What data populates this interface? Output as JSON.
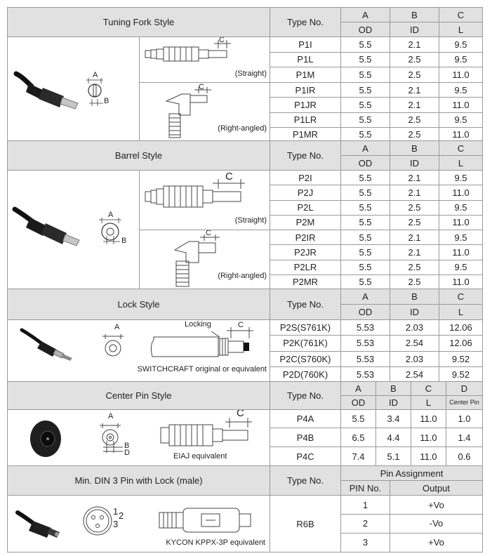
{
  "sections": [
    {
      "title": "Tuning Fork Style",
      "type_header": "Type No.",
      "col_letters": [
        "A",
        "B",
        "C"
      ],
      "col_names": [
        "OD",
        "ID",
        "L"
      ],
      "views": [
        "(Straight)",
        "(Right-angled)"
      ],
      "dim_labels": [
        "A",
        "B",
        "C"
      ],
      "rows": [
        [
          "P1I",
          "5.5",
          "2.1",
          "9.5"
        ],
        [
          "P1L",
          "5.5",
          "2.5",
          "9.5"
        ],
        [
          "P1M",
          "5.5",
          "2.5",
          "11.0"
        ],
        [
          "P1IR",
          "5.5",
          "2.1",
          "9.5"
        ],
        [
          "P1JR",
          "5.5",
          "2.1",
          "11.0"
        ],
        [
          "P1LR",
          "5.5",
          "2.5",
          "9.5"
        ],
        [
          "P1MR",
          "5.5",
          "2.5",
          "11.0"
        ]
      ]
    },
    {
      "title": "Barrel Style",
      "type_header": "Type No.",
      "col_letters": [
        "A",
        "B",
        "C"
      ],
      "col_names": [
        "OD",
        "ID",
        "L"
      ],
      "views": [
        "(Straight)",
        "(Right-angled)"
      ],
      "dim_labels": [
        "A",
        "B",
        "C"
      ],
      "rows": [
        [
          "P2I",
          "5.5",
          "2.1",
          "9.5"
        ],
        [
          "P2J",
          "5.5",
          "2.1",
          "11.0"
        ],
        [
          "P2L",
          "5.5",
          "2.5",
          "9.5"
        ],
        [
          "P2M",
          "5.5",
          "2.5",
          "11.0"
        ],
        [
          "P2IR",
          "5.5",
          "2.1",
          "9.5"
        ],
        [
          "P2JR",
          "5.5",
          "2.1",
          "11.0"
        ],
        [
          "P2LR",
          "5.5",
          "2.5",
          "9.5"
        ],
        [
          "P2MR",
          "5.5",
          "2.5",
          "11.0"
        ]
      ]
    },
    {
      "title": "Lock Style",
      "type_header": "Type No.",
      "col_letters": [
        "A",
        "B",
        "C"
      ],
      "col_names": [
        "OD",
        "ID",
        "L"
      ],
      "locking_label": "Locking",
      "note": "SWITCHCRAFT original or equivalent",
      "dim_labels": [
        "A",
        "C"
      ],
      "rows": [
        [
          "P2S(S761K)",
          "5.53",
          "2.03",
          "12.06"
        ],
        [
          "P2K(761K)",
          "5.53",
          "2.54",
          "12.06"
        ],
        [
          "P2C(S760K)",
          "5.53",
          "2.03",
          "9.52"
        ],
        [
          "P2D(760K)",
          "5.53",
          "2.54",
          "9.52"
        ]
      ]
    },
    {
      "title": "Center Pin Style",
      "type_header": "Type No.",
      "col_letters": [
        "A",
        "B",
        "C",
        "D"
      ],
      "col_names": [
        "OD",
        "ID",
        "L",
        "Center Pin"
      ],
      "note": "EIAJ equivalent",
      "dim_labels": [
        "A",
        "B",
        "D",
        "C"
      ],
      "rows": [
        [
          "P4A",
          "5.5",
          "3.4",
          "11.0",
          "1.0"
        ],
        [
          "P4B",
          "6.5",
          "4.4",
          "11.0",
          "1.4"
        ],
        [
          "P4C",
          "7.4",
          "5.1",
          "11.0",
          "0.6"
        ]
      ]
    },
    {
      "title": "Min. DIN 3 Pin with Lock  (male)",
      "type_header": "Type No.",
      "pin_assignment": "Pin Assignment",
      "pin_no_header": "PIN No.",
      "output_header": "Output",
      "type_no": "R6B",
      "note": "KYCON KPPX-3P equivalent",
      "pin_labels": [
        "1",
        "2",
        "3"
      ],
      "rows": [
        [
          "1",
          "+Vo"
        ],
        [
          "2",
          "-Vo"
        ],
        [
          "3",
          "+Vo"
        ]
      ]
    }
  ]
}
